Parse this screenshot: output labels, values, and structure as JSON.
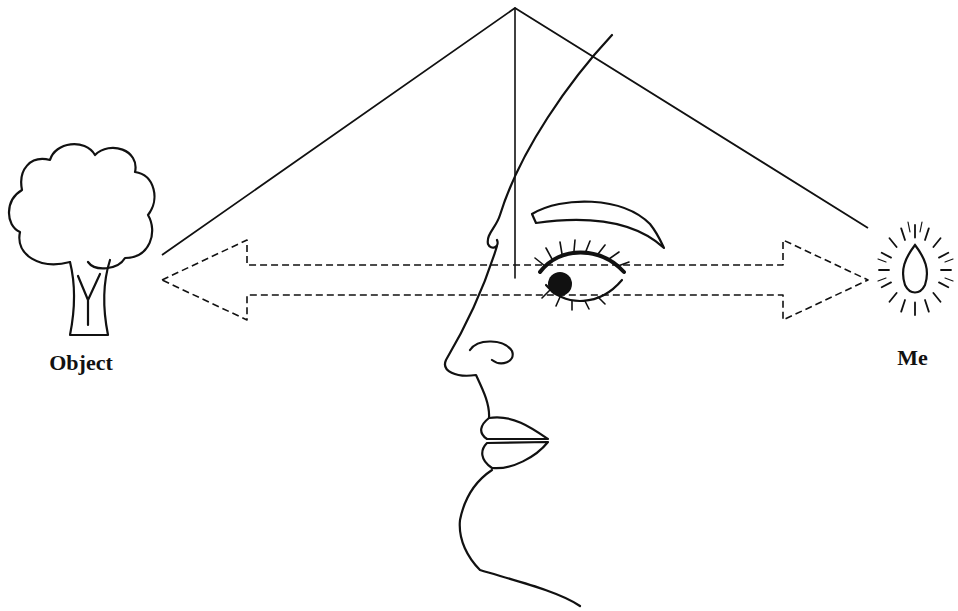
{
  "diagram": {
    "nodes": [
      {
        "text": [
          "Object"
        ]
      },
      {
        "text": [
          "Me"
        ]
      }
    ],
    "edges": [
      {
        "from": 0,
        "to": 1,
        "arrow": "both"
      },
      {
        "from": 0,
        "to": 1,
        "arrow": "none"
      }
    ]
  }
}
